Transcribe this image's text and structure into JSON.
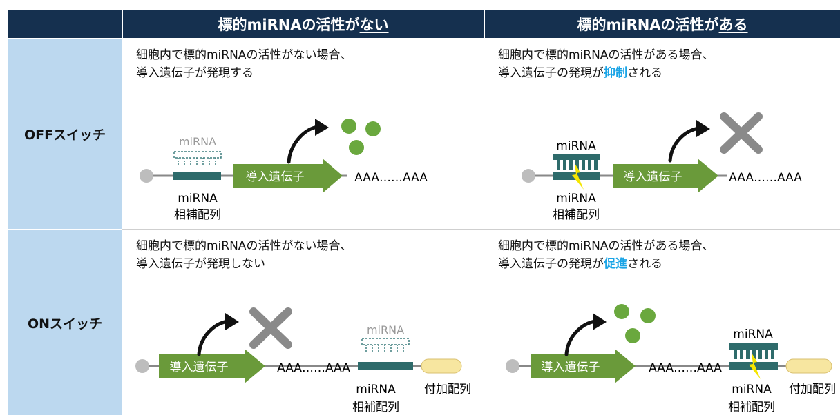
{
  "headers": [
    {
      "prefix": "標的miRNAの活性が",
      "emph": "ない"
    },
    {
      "prefix": "標的miRNAの活性が",
      "emph": "ある"
    }
  ],
  "rows": [
    {
      "label": "OFFスイッチ"
    },
    {
      "label": "ONスイッチ"
    }
  ],
  "cells": {
    "off_absent": {
      "line1": "細胞内で標的miRNAの活性がない場合、",
      "line2_prefix": "導入遺伝子が発現",
      "line2_emph": "する",
      "line2_suffix": ""
    },
    "off_present": {
      "line1": "細胞内で標的miRNAの活性がある場合、",
      "line2_prefix": "導入遺伝子の発現が",
      "line2_emph": "抑制",
      "line2_suffix": "される"
    },
    "on_absent": {
      "line1": "細胞内で標的miRNAの活性がない場合、",
      "line2_prefix": "導入遺伝子が発現",
      "line2_emph": "しない",
      "line2_suffix": ""
    },
    "on_present": {
      "line1": "細胞内で標的miRNAの活性がある場合、",
      "line2_prefix": "導入遺伝子の発現が",
      "line2_emph": "促進",
      "line2_suffix": "される"
    }
  },
  "labels": {
    "transgene": "導入遺伝子",
    "polya": "AAA……AAA",
    "mirna": "miRNA",
    "complement_line1": "miRNA",
    "complement_line2": "相補配列",
    "additional": "付加配列"
  },
  "colors": {
    "header_bg": "#15304f",
    "row_label_bg": "#bcd8ef",
    "arrow_green": "#6a9a3a",
    "protein_green": "#6aa83e",
    "mirna_teal": "#2e6b6b",
    "cross_gray": "#8a8a8a",
    "highlight_blue": "#1aa4e6",
    "bolt_yellow": "#f5e600",
    "tail_yellow": "#f7e6a0"
  }
}
